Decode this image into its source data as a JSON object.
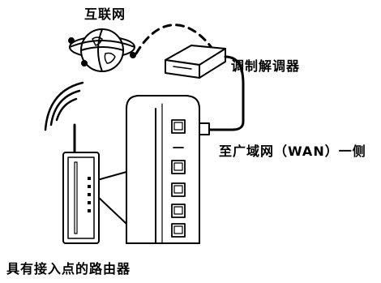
{
  "labels": {
    "internet": "互联网",
    "modem": "调制解调器",
    "wan_side": "至广域网（WAN）一侧",
    "router": "具有接入点的路由器"
  },
  "icons": {
    "internet": "globe-network-icon",
    "modem": "modem-icon",
    "router": "wireless-router-icon",
    "wifi": "wifi-signal-icon"
  },
  "colors": {
    "stroke": "#000000",
    "background": "#ffffff"
  }
}
